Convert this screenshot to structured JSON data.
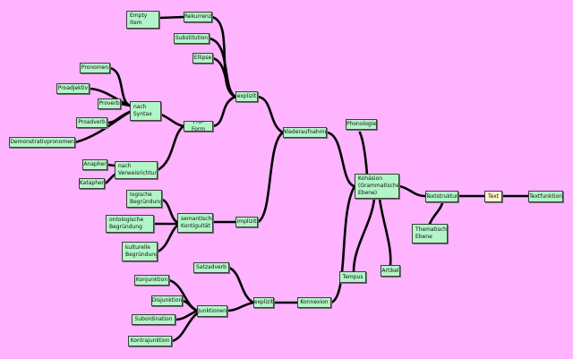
{
  "nodes": {
    "empty_item": "Empty\nitem",
    "rekurrenz": "Rekurrenz",
    "substitution": "Substitution",
    "ellipse": "Ellipse",
    "explizit_top": "explizit",
    "pronomen": "Pronomen",
    "proadjektiv": "Proadjektiv",
    "proverb": "Proverb",
    "nach_syntax": "nach\nSyntax",
    "proadverb": "Proadverb",
    "pro_form": "Pro-Form",
    "demonstrativpronomen": "Demonstrativpronomen",
    "wiederaufnahme": "Wiederaufnahme",
    "phonologie": "Phonologie",
    "anapher": "Anapher",
    "nach_verweisrichtung": "nach\nVerweisrichtung",
    "katapher": "Katapher",
    "kohaesion": "Kohäsion\n(Grammatische\nEbene)",
    "textstruktur": "Textstruktur",
    "text": "Text",
    "textfunktion": "Textfunktion",
    "logische_begruendung": "logische\nBegründung",
    "ontologische_begruendung": "ontologische\nBegründung",
    "semantische_kontiguitaet": "semantische\nKontiguität",
    "implizit": "implizit",
    "thematische_ebene": "Thematische\nEbene",
    "kulturelle_begruendung": "kulturelle\nBegründung",
    "satzadverb": "Satzadverb",
    "tempus": "Tempus",
    "artikel": "Artikel",
    "konjunktion": "Konjunktion",
    "disjunktion": "Disjunktion",
    "explizit_bottom": "explizit",
    "konnexion": "Konnexion",
    "junktionen": "Junktionen",
    "subordination": "Subordination",
    "kontrajunktion": "Kontrajunktion"
  }
}
